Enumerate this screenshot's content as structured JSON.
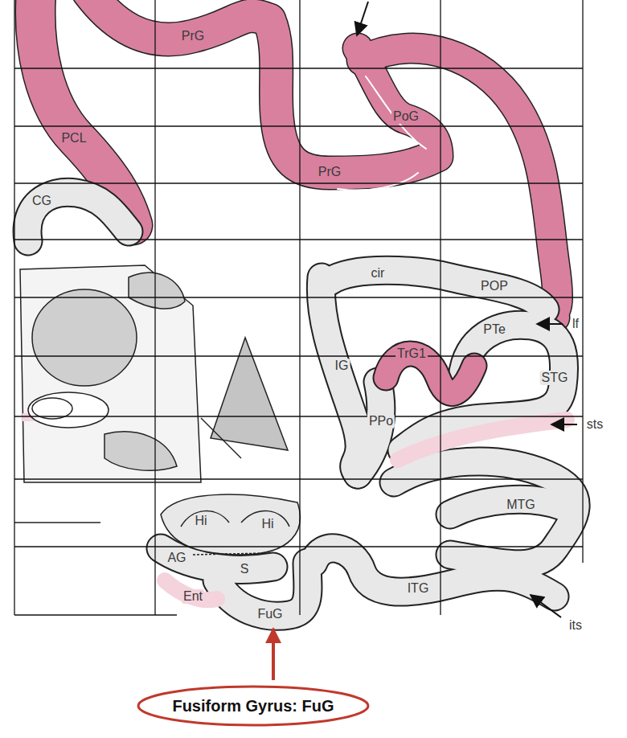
{
  "diagram": {
    "nodes": [
      {
        "text": [
          "Fusiform Gyrus: FuG"
        ]
      }
    ],
    "labels": [
      "PrG",
      "PCL",
      "PoG",
      "PrG",
      "CG",
      "cir",
      "POP",
      "lf",
      "IG",
      "TrG1",
      "PTe",
      "STG",
      "sts",
      "PPo",
      "MTG",
      "Hi",
      "Hi",
      "AG",
      "S",
      "Ent",
      "ITG",
      "FuG",
      "its"
    ]
  }
}
